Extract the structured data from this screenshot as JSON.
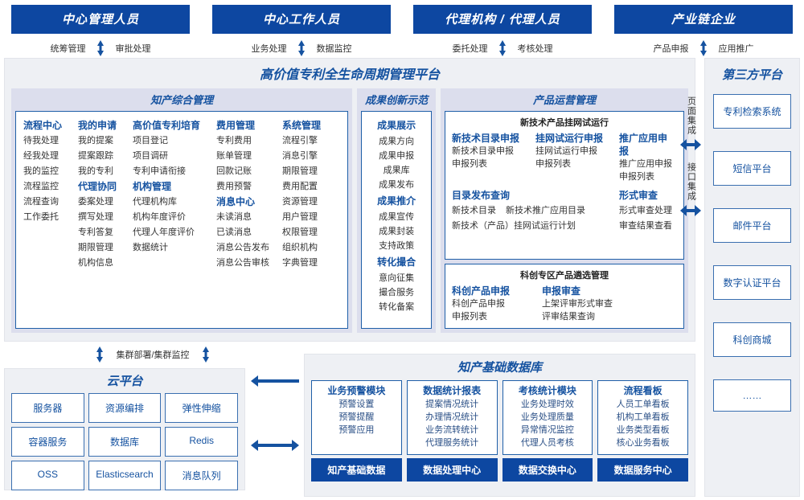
{
  "roles": [
    {
      "title": "中心管理人员",
      "left": "统筹管理",
      "right": "审批处理"
    },
    {
      "title": "中心工作人员",
      "left": "业务处理",
      "right": "数据监控"
    },
    {
      "title": "代理机构 / 代理人员",
      "left": "委托处理",
      "right": "考核处理"
    },
    {
      "title": "产业链企业",
      "left": "产品申报",
      "right": "应用推广"
    }
  ],
  "platform": {
    "title": "高价值专利全生命周期管理平台",
    "sections": {
      "comprehensive": {
        "title": "知产综合管理",
        "columns": [
          {
            "blocks": [
              {
                "group": "流程中心",
                "items": [
                  "待我处理",
                  "经我处理",
                  "我的监控",
                  "流程监控",
                  "流程查询",
                  "工作委托"
                ]
              }
            ]
          },
          {
            "blocks": [
              {
                "group": "我的申请",
                "items": [
                  "我的提案",
                  "提案跟踪",
                  "我的专利"
                ]
              },
              {
                "group": "代理协同",
                "items": [
                  "委案处理",
                  "撰写处理",
                  "专利答复",
                  "期限管理",
                  "机构信息"
                ]
              }
            ]
          },
          {
            "blocks": [
              {
                "group": "高价值专利培育",
                "items": [
                  "项目登记",
                  "项目调研",
                  "专利申请衔接"
                ]
              },
              {
                "group": "机构管理",
                "items": [
                  "代理机构库",
                  "机构年度评价",
                  "代理人年度评价",
                  "数据统计"
                ]
              }
            ]
          },
          {
            "blocks": [
              {
                "group": "费用管理",
                "items": [
                  "专利费用",
                  "账单管理",
                  "回款记账",
                  "费用预警"
                ]
              },
              {
                "group": "消息中心",
                "items": [
                  "未读消息",
                  "已读消息",
                  "消息公告发布",
                  "消息公告审核"
                ]
              }
            ]
          },
          {
            "blocks": [
              {
                "group": "系统管理",
                "items": [
                  "流程引擎",
                  "消息引擎",
                  "期限管理",
                  "费用配置",
                  "资源管理",
                  "用户管理",
                  "权限管理",
                  "组织机构",
                  "字典管理"
                ]
              }
            ]
          }
        ]
      },
      "innovation": {
        "title": "成果创新示范",
        "blocks": [
          {
            "group": "成果展示",
            "items": [
              "成果方向",
              "成果申报",
              "成果库",
              "成果发布"
            ]
          },
          {
            "group": "成果推介",
            "items": [
              "成果宣传",
              "成果封装",
              "支持政策"
            ]
          },
          {
            "group": "转化撮合",
            "items": [
              "意向征集",
              "撮合服务",
              "转化备案"
            ]
          }
        ]
      },
      "product_ops": {
        "title": "产品运营管理",
        "box1": {
          "title": "新技术产品挂网试运行",
          "row1": [
            {
              "group": "新技术目录申报",
              "items": [
                "新技术目录申报",
                "申报列表"
              ]
            },
            {
              "group": "挂网试运行申报",
              "items": [
                "挂网试运行申报",
                "申报列表"
              ]
            },
            {
              "group": "推广应用申报",
              "items": [
                "推广应用申报",
                "申报列表"
              ]
            }
          ],
          "row2_left": {
            "group": "目录发布查询",
            "inline": [
              "新技术目录",
              "新技术推广应用目录"
            ],
            "items": [
              "新技术（产品）挂网试运行计划"
            ]
          },
          "row2_right": {
            "group": "形式审查",
            "items": [
              "形式审查处理",
              "审查结果查看"
            ]
          }
        },
        "box2": {
          "title": "科创专区产品遴选管理",
          "columns": [
            {
              "group": "科创产品申报",
              "items": [
                "科创产品申报",
                "申报列表"
              ]
            },
            {
              "group": "申报审查",
              "items": [
                "上架评审形式审查",
                "评审结果查询"
              ]
            }
          ]
        }
      }
    }
  },
  "integration": {
    "page": "页面集成",
    "api": "接口集成"
  },
  "third_party": {
    "title": "第三方平台",
    "items": [
      "专利检索系统",
      "短信平台",
      "邮件平台",
      "数字认证平台",
      "科创商城",
      "……"
    ]
  },
  "cluster": {
    "label": "集群部署/集群监控"
  },
  "cloud": {
    "title": "云平台",
    "cells": [
      "服务器",
      "资源编排",
      "弹性伸缩",
      "容器服务",
      "数据库",
      "Redis",
      "OSS",
      "Elasticsearch",
      "消息队列"
    ]
  },
  "database": {
    "title": "知产基础数据库",
    "columns": [
      {
        "group": "业务预警模块",
        "items": [
          "预警设置",
          "预警提醒",
          "预警应用"
        ],
        "foot": "知产基础数据"
      },
      {
        "group": "数据统计报表",
        "items": [
          "提案情况统计",
          "办理情况统计",
          "业务流转统计",
          "代理服务统计"
        ],
        "foot": "数据处理中心"
      },
      {
        "group": "考核统计模块",
        "items": [
          "业务处理时效",
          "业务处理质量",
          "异常情况监控",
          "代理人员考核"
        ],
        "foot": "数据交换中心"
      },
      {
        "group": "流程看板",
        "items": [
          "人员工单看板",
          "机构工单看板",
          "业务类型看板",
          "核心业务看板"
        ],
        "foot": "数据服务中心"
      }
    ]
  },
  "colors": {
    "brand_dark": "#0d47a1",
    "brand": "#1552a0",
    "border": "#1f5fa8",
    "panel_bg": "#eef0f4",
    "section_bg": "#dcdeed"
  }
}
